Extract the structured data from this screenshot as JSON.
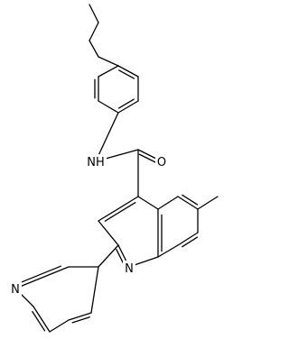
{
  "molecule": {
    "atoms": {
      "nh": "NH",
      "o": "O",
      "n_quinoline": "N",
      "n_pyridine": "N"
    },
    "colors": {
      "bond": "#000000",
      "label": "#000000",
      "background": "#ffffff"
    }
  }
}
